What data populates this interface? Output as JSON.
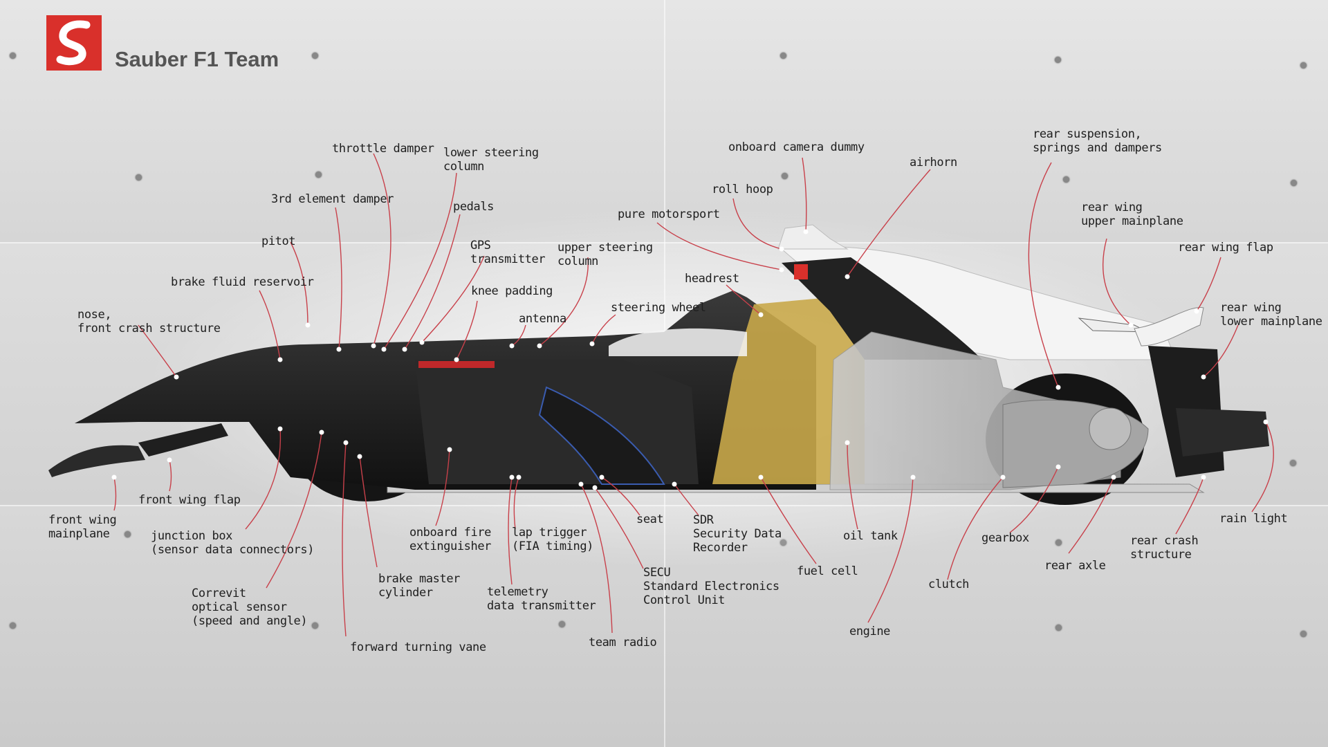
{
  "brand": {
    "team_name": "Sauber F1 Team",
    "accent": "#d9302b",
    "line_color": "#c8404a"
  },
  "labels": [
    {
      "id": "throttle-damper",
      "text": "throttle damper"
    },
    {
      "id": "lower-steering-column",
      "text": "lower steering\ncolumn"
    },
    {
      "id": "3rd-element-damper",
      "text": "3rd element damper"
    },
    {
      "id": "pedals",
      "text": "pedals"
    },
    {
      "id": "pitot",
      "text": "pitot"
    },
    {
      "id": "gps-transmitter",
      "text": "GPS\ntransmitter"
    },
    {
      "id": "upper-steering-column",
      "text": "upper steering\ncolumn"
    },
    {
      "id": "brake-fluid-reservoir",
      "text": "brake fluid reservoir"
    },
    {
      "id": "knee-padding",
      "text": "knee padding"
    },
    {
      "id": "nose-front-crash-structure",
      "text": "nose,\nfront crash structure"
    },
    {
      "id": "antenna",
      "text": "antenna"
    },
    {
      "id": "steering-wheel",
      "text": "steering wheel"
    },
    {
      "id": "headrest",
      "text": "headrest"
    },
    {
      "id": "pure-motorsport",
      "text": "pure motorsport"
    },
    {
      "id": "roll-hoop",
      "text": "roll hoop"
    },
    {
      "id": "onboard-camera-dummy",
      "text": "onboard camera dummy"
    },
    {
      "id": "airhorn",
      "text": "airhorn"
    },
    {
      "id": "rear-suspension",
      "text": "rear suspension,\nsprings and dampers"
    },
    {
      "id": "rear-wing-upper-mainplane",
      "text": "rear wing\nupper mainplane"
    },
    {
      "id": "rear-wing-flap",
      "text": "rear wing flap"
    },
    {
      "id": "rear-wing-lower-mainplane",
      "text": "rear wing\nlower mainplane"
    },
    {
      "id": "front-wing-flap",
      "text": "front wing flap"
    },
    {
      "id": "front-wing-mainplane",
      "text": "front wing\nmainplane"
    },
    {
      "id": "junction-box",
      "text": "junction box\n(sensor data connectors)"
    },
    {
      "id": "correvit-optical-sensor",
      "text": "Correvit\noptical sensor\n(speed and angle)"
    },
    {
      "id": "brake-master-cylinder",
      "text": "brake master\ncylinder"
    },
    {
      "id": "forward-turning-vane",
      "text": "forward turning vane"
    },
    {
      "id": "onboard-fire-extinguisher",
      "text": "onboard fire\nextinguisher"
    },
    {
      "id": "lap-trigger",
      "text": "lap trigger\n(FIA timing)"
    },
    {
      "id": "telemetry-data-transmitter",
      "text": "telemetry\ndata transmitter"
    },
    {
      "id": "team-radio",
      "text": "team radio"
    },
    {
      "id": "seat",
      "text": "seat"
    },
    {
      "id": "secu",
      "text": "SECU\nStandard Electronics\nControl Unit"
    },
    {
      "id": "sdr",
      "text": "SDR\nSecurity Data\nRecorder"
    },
    {
      "id": "fuel-cell",
      "text": "fuel cell"
    },
    {
      "id": "oil-tank",
      "text": "oil tank"
    },
    {
      "id": "engine",
      "text": "engine"
    },
    {
      "id": "clutch",
      "text": "clutch"
    },
    {
      "id": "gearbox",
      "text": "gearbox"
    },
    {
      "id": "rear-axle",
      "text": "rear axle"
    },
    {
      "id": "rear-crash-structure",
      "text": "rear crash\nstructure"
    },
    {
      "id": "rain-light",
      "text": "rain light"
    }
  ]
}
